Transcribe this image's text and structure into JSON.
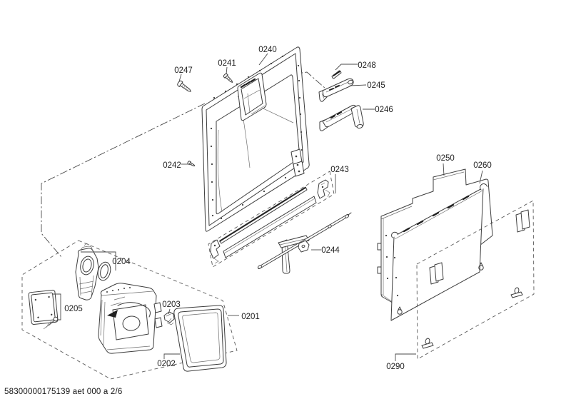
{
  "footer": {
    "code": "58300000175139 aet 000 a 2/6"
  },
  "part_labels": {
    "p0201": "0201",
    "p0202": "0202",
    "p0203": "0203",
    "p0204": "0204",
    "p0205": "0205",
    "p0240": "0240",
    "p0241": "0241",
    "p0242": "0242",
    "p0243": "0243",
    "p0244": "0244",
    "p0245": "0245",
    "p0246": "0246",
    "p0247": "0247",
    "p0248": "0248",
    "p0250": "0250",
    "p0260": "0260",
    "p0290": "0290"
  }
}
